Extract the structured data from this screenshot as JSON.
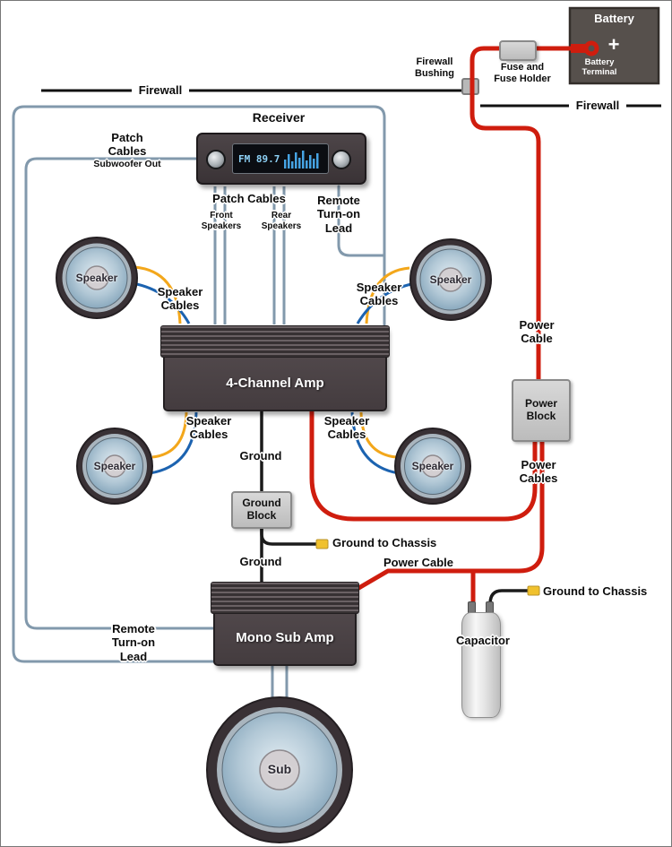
{
  "colors": {
    "power_cable": "#cf1d0e",
    "ground_wire": "#1b1b1b",
    "signal_wire": "#8299ac",
    "speaker_wire_a": "#f3a71b",
    "speaker_wire_b": "#1c63b0",
    "chassis_connector": "#f0c12d",
    "firewall_line": "#111111"
  },
  "battery": {
    "label": "Battery",
    "plus": "+",
    "terminal_label": "Battery\nTerminal"
  },
  "fuse": {
    "label": "Fuse and\nFuse Holder"
  },
  "firewall": {
    "bushing_label": "Firewall\nBushing",
    "left_label": "Firewall",
    "right_label": "Firewall"
  },
  "receiver": {
    "label": "Receiver",
    "display_text": "FM 89.7"
  },
  "labels": {
    "patch_sub_title": "Patch\nCables",
    "patch_sub_sub": "Subwoofer Out",
    "patch_cables": "Patch Cables",
    "front_speakers": "Front\nSpeakers",
    "rear_speakers": "Rear\nSpeakers",
    "remote_turnon_top": "Remote\nTurn-on\nLead",
    "remote_turnon_bottom": "Remote\nTurn-on\nLead",
    "speaker_cables": "Speaker\nCables",
    "power_cable_right": "Power\nCable",
    "power_cables": "Power\nCables",
    "power_cable_mid": "Power Cable",
    "ground_top": "Ground",
    "ground_bottom": "Ground",
    "ground_to_chassis_mid": "Ground to Chassis",
    "ground_to_chassis_right": "Ground to Chassis"
  },
  "components": {
    "four_channel_amp": "4-Channel Amp",
    "mono_sub_amp": "Mono Sub Amp",
    "power_block": "Power\nBlock",
    "ground_block": "Ground\nBlock",
    "capacitor": "Capacitor",
    "speaker": "Speaker",
    "sub": "Sub"
  }
}
